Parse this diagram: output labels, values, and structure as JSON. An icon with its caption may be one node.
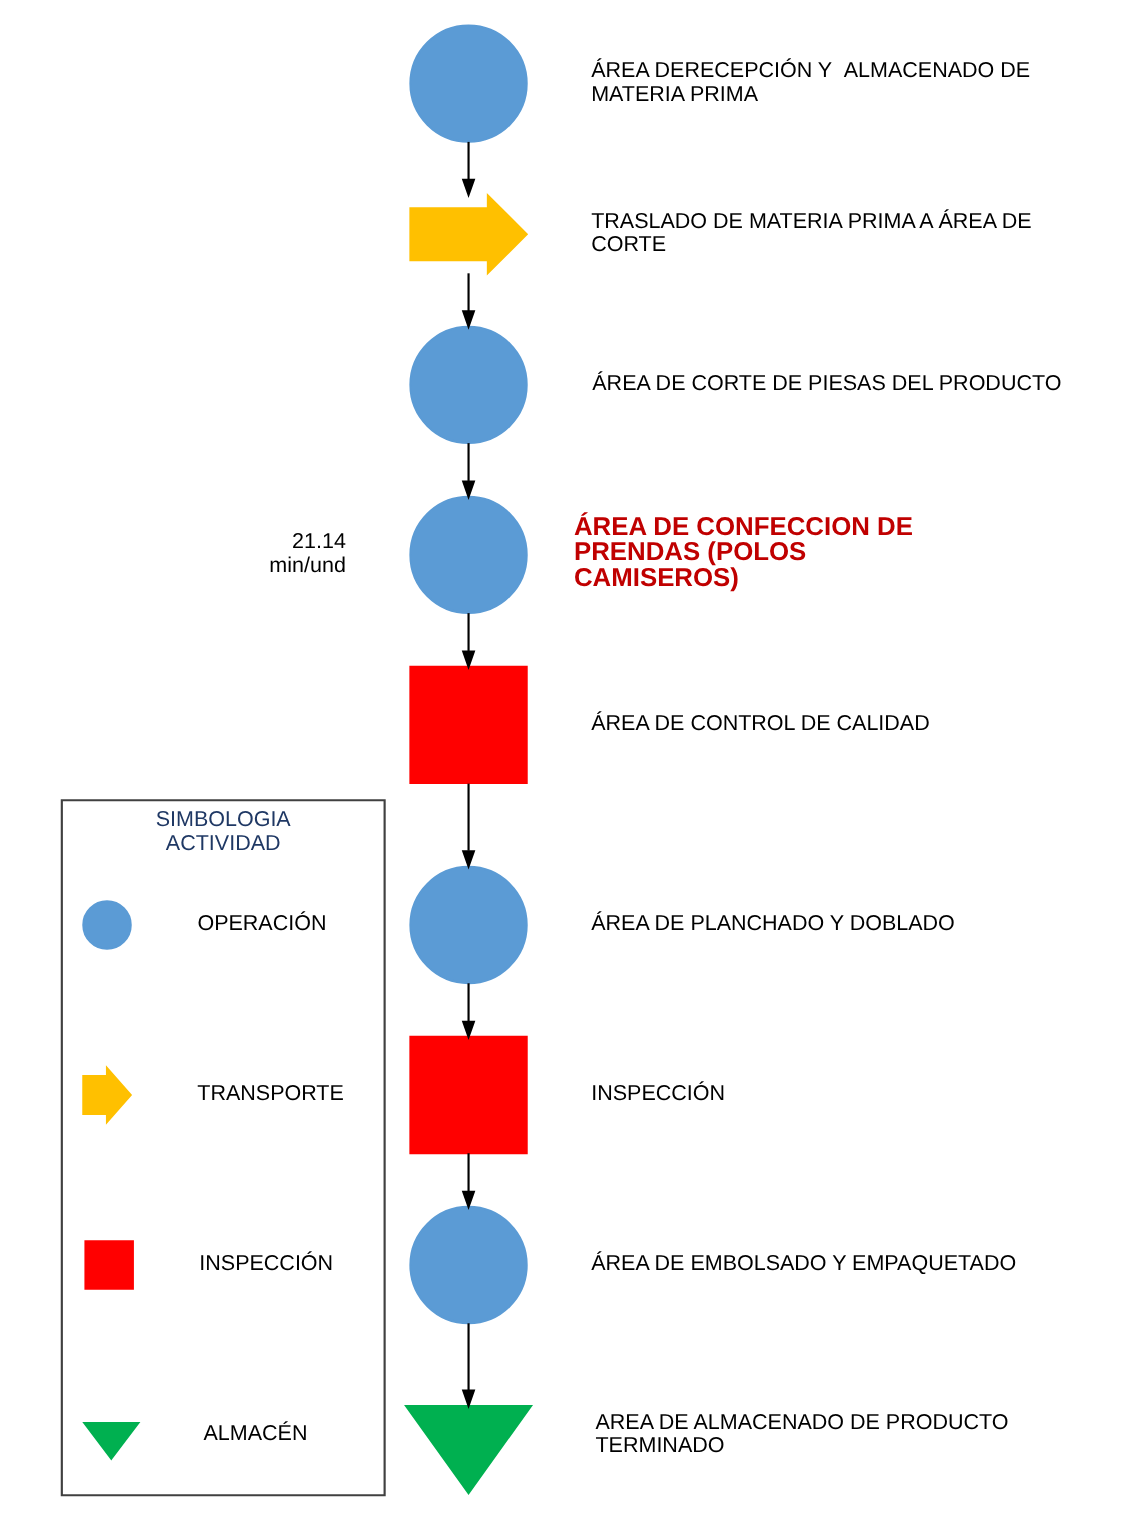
{
  "diagram": {
    "nodes": [
      {
        "text": [],
        "shape": "circle",
        "beside": [
          "ÁREA DERECEPCIÓN Y  ALMACENADO DE MATERIA PRIMA"
        ]
      },
      {
        "text": [],
        "shape": "arrow",
        "beside": [
          "TRASLADO DE MATERIA PRIMA A ÁREA DE CORTE"
        ]
      },
      {
        "text": [],
        "shape": "circle",
        "beside": [
          "ÁREA DE CORTE DE PIESAS DEL PRODUCTO"
        ]
      },
      {
        "text": [],
        "shape": "circle",
        "beside": [
          "21.14 min/und",
          "ÁREA DE CONFECCION DE PRENDAS (POLOS CAMISEROS)"
        ]
      },
      {
        "text": [],
        "shape": "box",
        "beside": [
          "ÁREA DE CONTROL DE CALIDAD"
        ]
      },
      {
        "text": [],
        "shape": "circle",
        "beside": [
          "ÁREA DE PLANCHADO Y DOBLADO"
        ]
      },
      {
        "text": [],
        "shape": "box",
        "beside": [
          "INSPECCIÓN"
        ]
      },
      {
        "text": [],
        "shape": "circle",
        "beside": [
          "ÁREA DE EMBOLSADO Y EMPAQUETADO"
        ]
      },
      {
        "text": [],
        "shape": "triangle",
        "beside": [
          "AREA DE ALMACENADO DE PRODUCTO TERMINADO"
        ]
      },
      {
        "text": [
          "SIMBOLOGIA",
          "ACTIVIDAD"
        ]
      },
      {
        "text": [],
        "shape": "circle",
        "in": 9
      },
      {
        "text": [],
        "shape": "arrow",
        "in": 9
      },
      {
        "text": [],
        "shape": "box",
        "in": 9
      },
      {
        "text": [],
        "shape": "triangle",
        "in": 9
      }
    ],
    "edges": [
      {
        "from": 0,
        "to": 1,
        "arrow": "to"
      },
      {
        "from": 1,
        "to": 2,
        "arrow": "to"
      },
      {
        "from": 2,
        "to": 3,
        "arrow": "to"
      },
      {
        "from": 3,
        "to": 4,
        "arrow": "to"
      },
      {
        "from": 4,
        "to": 5,
        "arrow": "to"
      },
      {
        "from": 5,
        "to": 6,
        "arrow": "to"
      },
      {
        "from": 6,
        "to": 7,
        "arrow": "to"
      },
      {
        "from": 7,
        "to": 8,
        "arrow": "to"
      }
    ],
    "legend": [
      {
        "text": "OPERACIÓN"
      },
      {
        "text": "TRANSPORTE"
      },
      {
        "text": "INSPECCIÓN"
      },
      {
        "text": "ALMACÉN"
      }
    ]
  }
}
